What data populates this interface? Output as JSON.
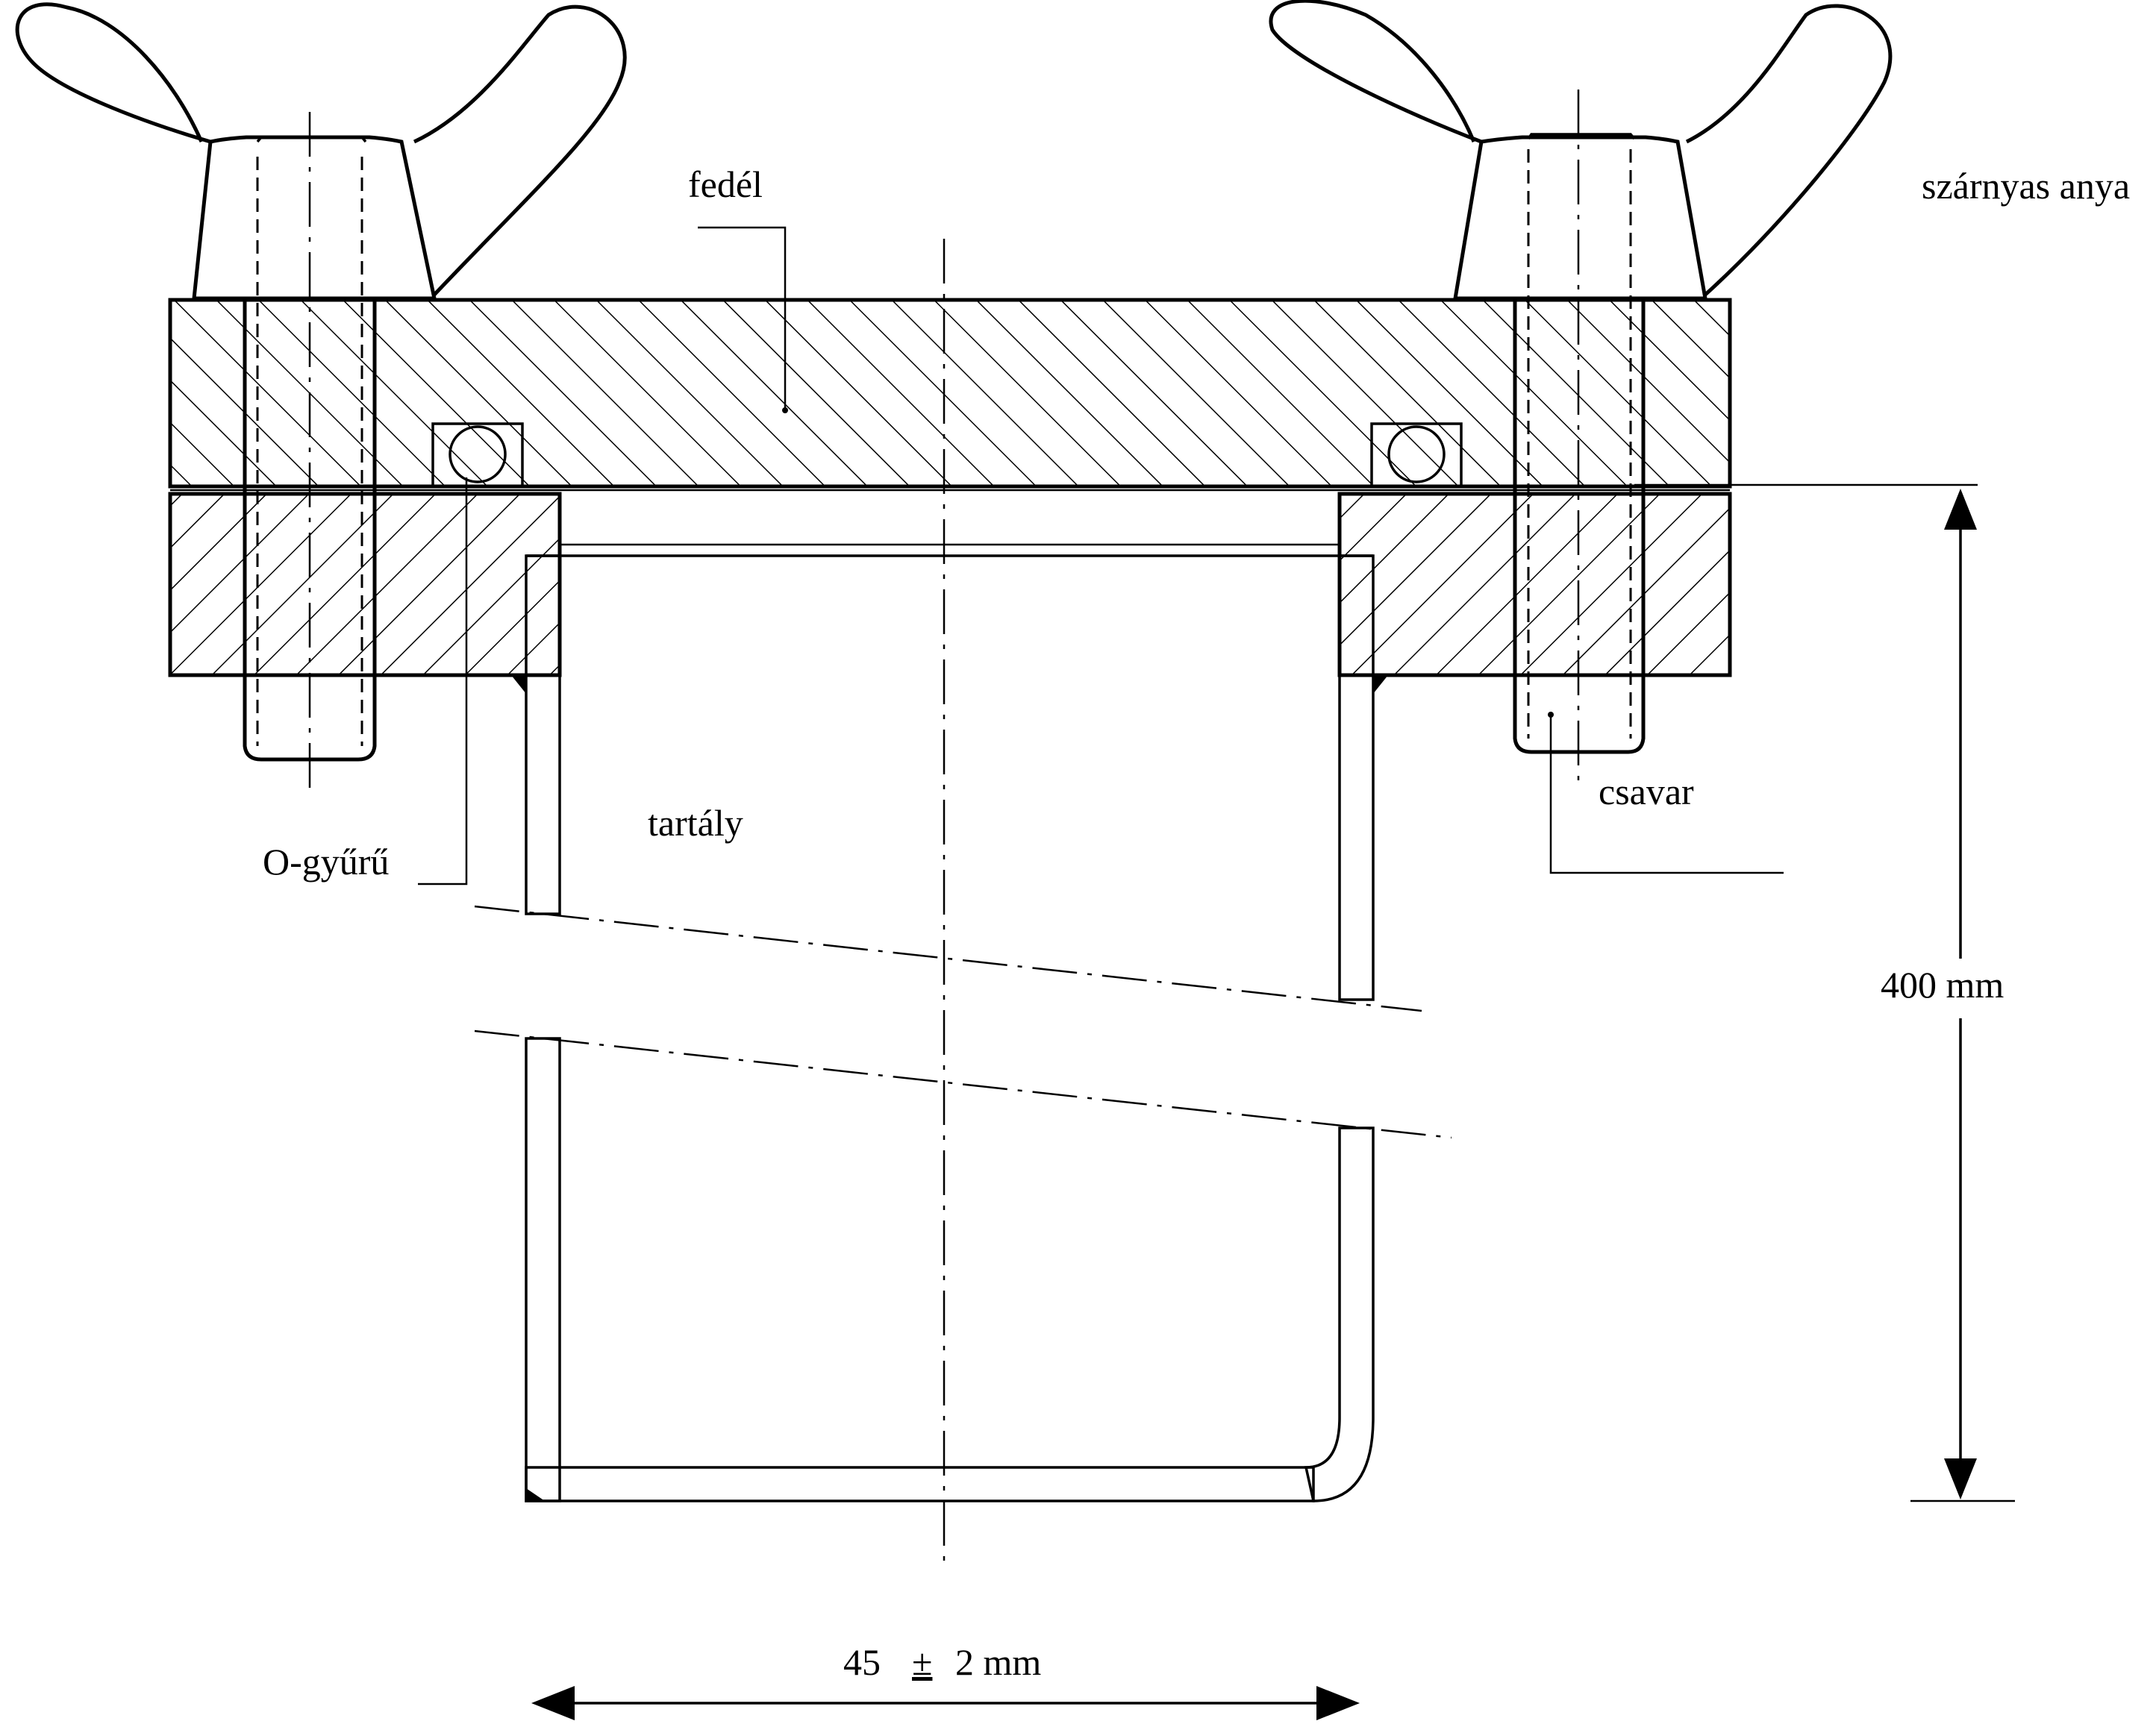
{
  "labels": {
    "lid": "fedél",
    "wing_nut": "szárnyas anya",
    "container": "tartály",
    "o_ring": "O-gyűrű",
    "bolt": "csavar"
  },
  "dimensions": {
    "height": "400 mm",
    "width_value": "45",
    "width_tolerance": "±",
    "width_rest": "2 mm"
  }
}
